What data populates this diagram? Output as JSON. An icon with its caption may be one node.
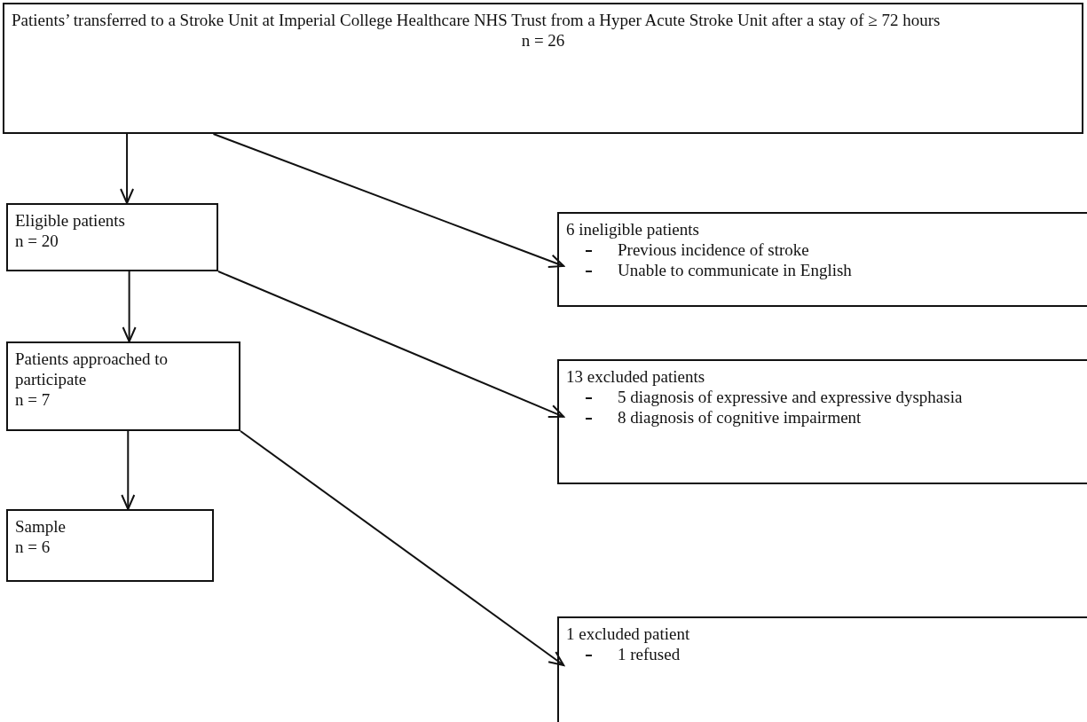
{
  "diagram": {
    "nodes": [
      {
        "text": [
          "Patients’ transferred to a Stroke Unit at Imperial College Healthcare NHS Trust from a Hyper Acute Stroke Unit after a stay of ≥ 72 hours",
          "n = 26"
        ]
      },
      {
        "text": [
          "Eligible patients",
          "n = 20"
        ]
      },
      {
        "text": [
          "6 ineligible patients",
          "Previous incidence of stroke",
          "Unable to communicate in English"
        ]
      },
      {
        "text": [
          "Patients approached to participate",
          "n = 7"
        ]
      },
      {
        "text": [
          "13 excluded patients",
          "5 diagnosis of expressive and expressive dysphasia",
          "8 diagnosis of cognitive impairment"
        ]
      },
      {
        "text": [
          "Sample",
          "n = 6"
        ]
      },
      {
        "text": [
          "1 excluded patient",
          "1 refused"
        ]
      }
    ],
    "edges": [
      {
        "from": 0,
        "to": 1,
        "arrow": "to"
      },
      {
        "from": 0,
        "to": 2,
        "arrow": "to"
      },
      {
        "from": 1,
        "to": 3,
        "arrow": "to"
      },
      {
        "from": 1,
        "to": 4,
        "arrow": "to"
      },
      {
        "from": 3,
        "to": 5,
        "arrow": "to"
      },
      {
        "from": 3,
        "to": 6,
        "arrow": "to"
      }
    ]
  }
}
